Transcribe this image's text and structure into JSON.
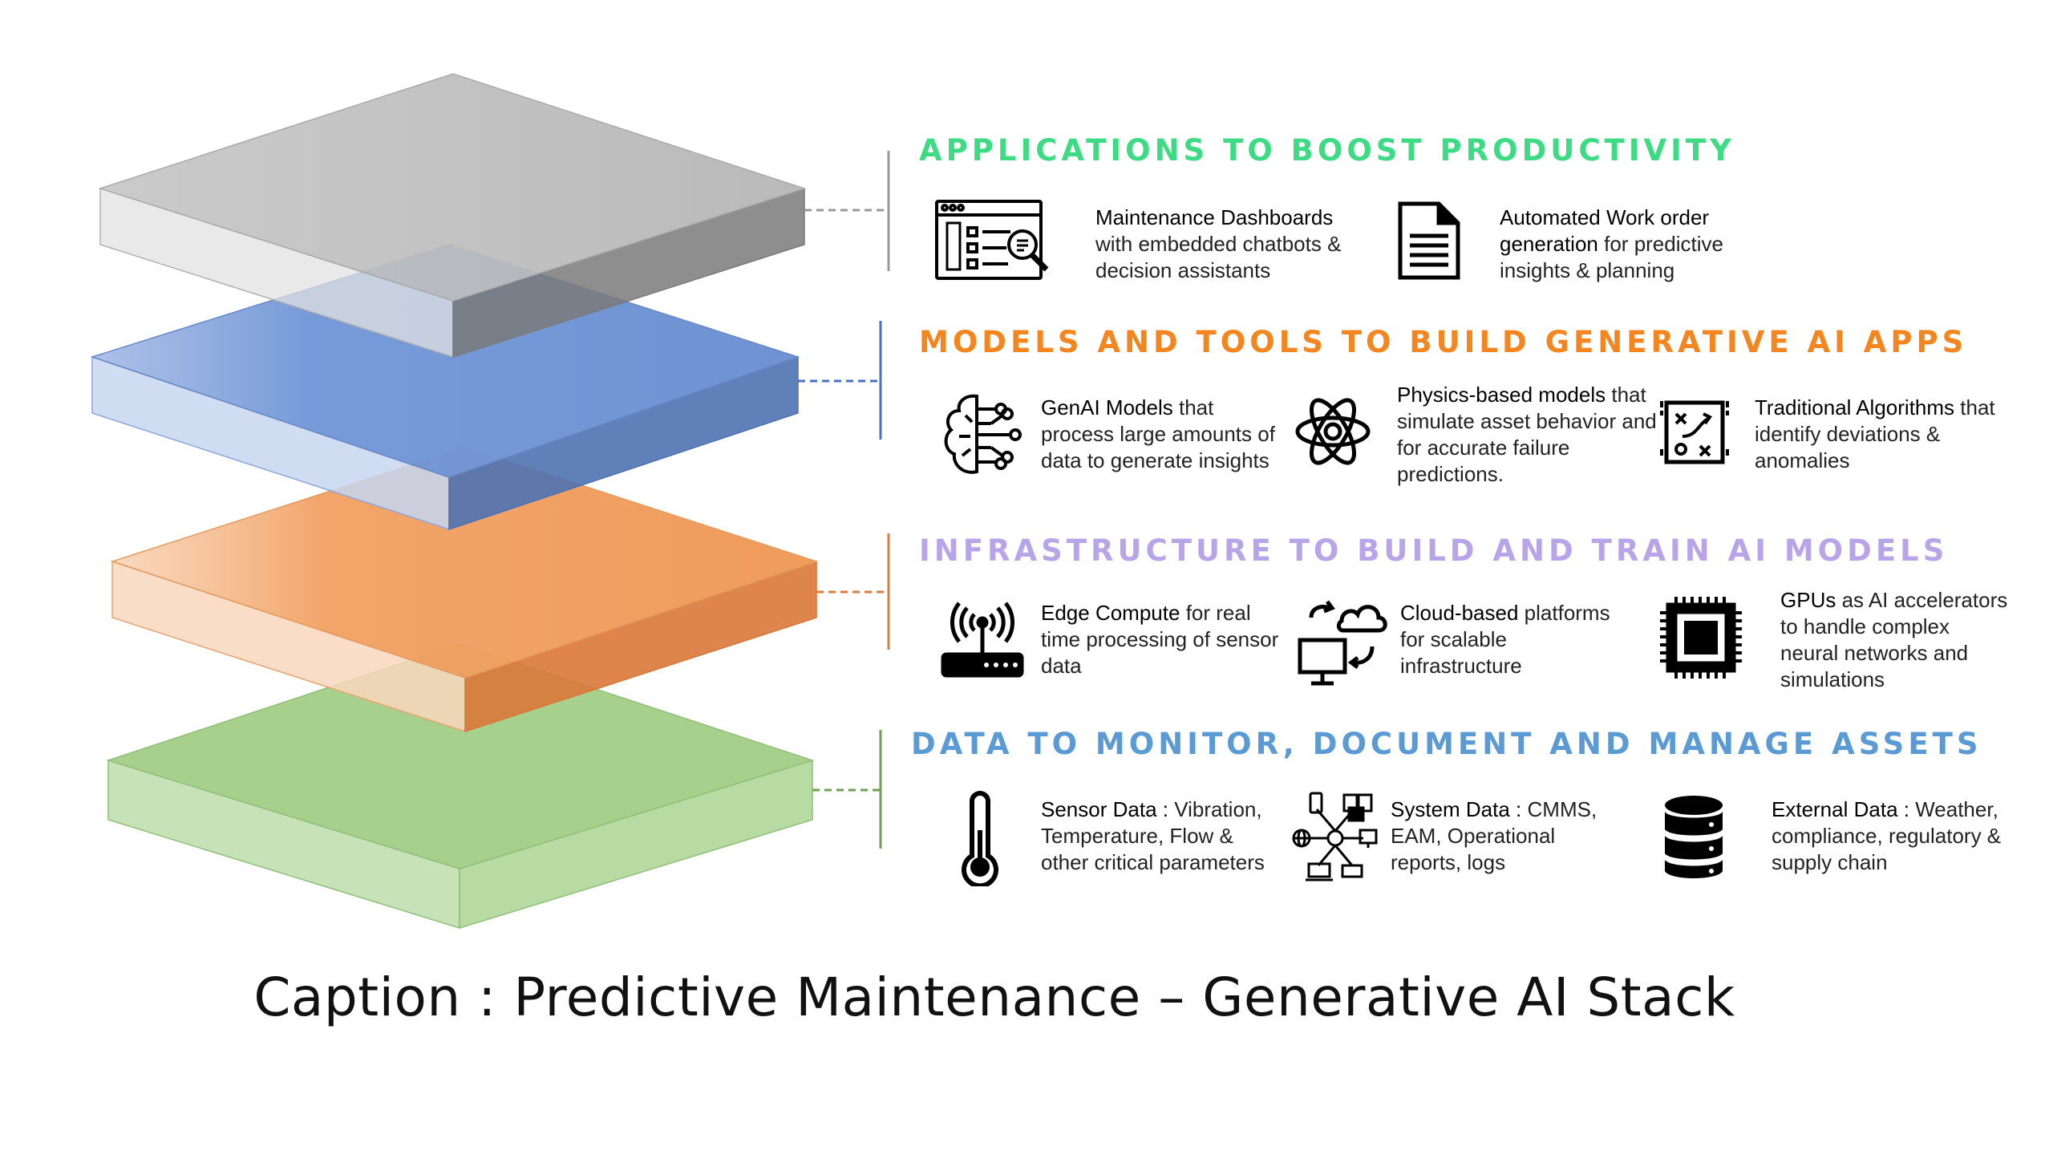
{
  "layers": [
    {
      "id": "applications",
      "heading": "APPLICATIONS TO BOOST PRODUCTIVITY",
      "color": "#3ddc84",
      "slab_color": "#b8b8b8",
      "items": [
        {
          "icon": "dashboard-search-icon",
          "title": "Maintenance Dashboards",
          "rest": "with embedded chatbots & decision assistants"
        },
        {
          "icon": "document-icon",
          "title": "Automated Work order generation",
          "rest": "for predictive insights & planning"
        }
      ]
    },
    {
      "id": "models",
      "heading": "MODELS AND TOOLS TO BUILD GENERATIVE AI APPS",
      "color": "#f5861f",
      "slab_color": "#7294d4",
      "items": [
        {
          "icon": "ai-brain-icon",
          "title": "GenAI Models",
          "rest": "that process large amounts of data to generate insights"
        },
        {
          "icon": "atom-icon",
          "title": "Physics-based models",
          "rest": "that simulate asset behavior and for accurate failure predictions."
        },
        {
          "icon": "algorithm-board-icon",
          "title": "Traditional Algorithms",
          "rest": "that identify deviations & anomalies"
        }
      ]
    },
    {
      "id": "infrastructure",
      "heading": "INFRASTRUCTURE TO BUILD AND TRAIN AI MODELS",
      "color": "#b8a4e8",
      "slab_color": "#f0a060",
      "items": [
        {
          "icon": "edge-router-icon",
          "title": "Edge Compute",
          "rest": "for real time processing of sensor data"
        },
        {
          "icon": "cloud-computer-icon",
          "title": "Cloud-based",
          "rest": "platforms for scalable infrastructure"
        },
        {
          "icon": "gpu-chip-icon",
          "title": "GPUs",
          "rest": "as AI accelerators to handle complex neural networks and simulations"
        }
      ]
    },
    {
      "id": "data",
      "heading": "DATA TO MONITOR, DOCUMENT AND MANAGE ASSETS",
      "color": "#5b9bd5",
      "slab_color": "#a8d08d",
      "items": [
        {
          "icon": "thermometer-icon",
          "title": "Sensor Data :",
          "rest": "Vibration, Temperature, Flow & other critical parameters"
        },
        {
          "icon": "network-devices-icon",
          "title": "System Data :",
          "rest": "CMMS, EAM, Operational reports, logs"
        },
        {
          "icon": "database-icon",
          "title": "External Data :",
          "rest": "Weather, compliance, regulatory & supply chain"
        }
      ]
    }
  ],
  "caption": "Caption : Predictive Maintenance – Generative AI Stack"
}
